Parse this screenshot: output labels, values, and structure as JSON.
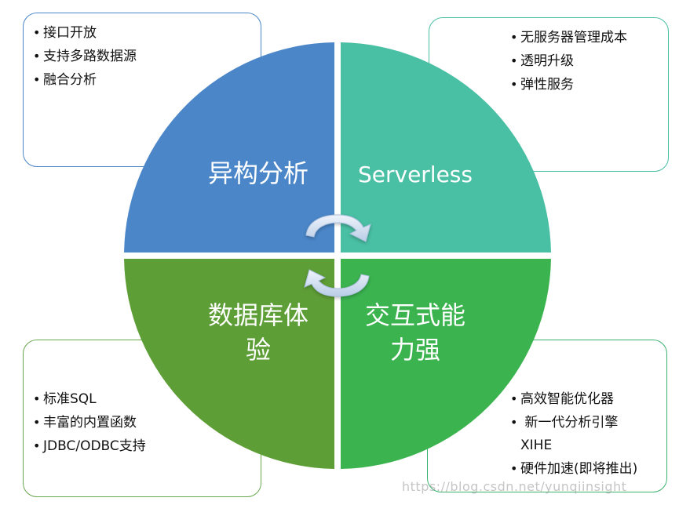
{
  "quadrants": {
    "top_left": {
      "label": "异构分析",
      "color": "#4a86c8",
      "bullets": [
        "接口开放",
        "支持多路数据源",
        "融合分析"
      ]
    },
    "top_right": {
      "label": "Serverless",
      "color": "#49bfa3",
      "bullets": [
        "无服务器管理成本",
        "透明升级",
        "弹性服务"
      ]
    },
    "bottom_left": {
      "label_line1": "数据库体",
      "label_line2": "验",
      "color": "#5e9e36",
      "bullets": [
        "标准SQL",
        "丰富的内置函数",
        "JDBC/ODBC支持"
      ]
    },
    "bottom_right": {
      "label_line1": "交互式能",
      "label_line2": "力强",
      "color": "#3bb34f",
      "bullets": [
        "高效智能优化器",
        "新一代分析引擎",
        "XIHE",
        "硬件加速(即将推出)"
      ]
    }
  },
  "icons": [
    "cycle-arrows-icon"
  ],
  "watermark": "https://blog.csdn.net/yunqiinsight"
}
